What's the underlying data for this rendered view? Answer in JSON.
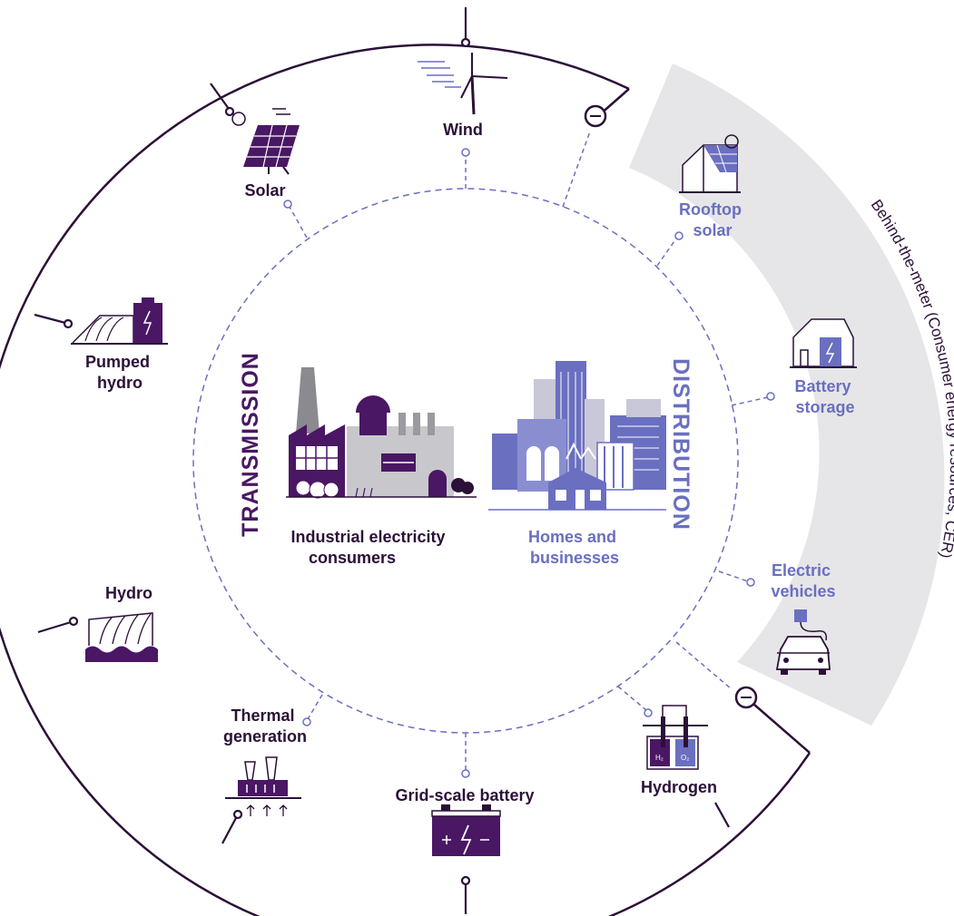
{
  "generation": {
    "wind": "Wind",
    "solar": "Solar",
    "pumped_hydro": [
      "Pumped",
      "hydro"
    ],
    "hydro": "Hydro",
    "thermal": [
      "Thermal",
      "generation"
    ],
    "grid_battery": "Grid-scale battery",
    "hydrogen": "Hydrogen"
  },
  "center": {
    "transmission": "TRANSMISSION",
    "distribution": "DISTRIBUTION",
    "industrial": [
      "Industrial electricity",
      "consumers"
    ],
    "homes": [
      "Homes and",
      "businesses"
    ]
  },
  "behind_the_meter": {
    "title": "Behind-the-meter (Consumer energy resources, CER)",
    "rooftop_solar": [
      "Rooftop",
      "solar"
    ],
    "battery_storage": [
      "Battery",
      "storage"
    ],
    "electric_vehicles": [
      "Electric",
      "vehicles"
    ]
  },
  "colors": {
    "dark_purple": "#2b1038",
    "accent_purple": "#4a1764",
    "distribution_blue": "#6a6fc0",
    "behind_meter_band": "#e6e6e8"
  }
}
